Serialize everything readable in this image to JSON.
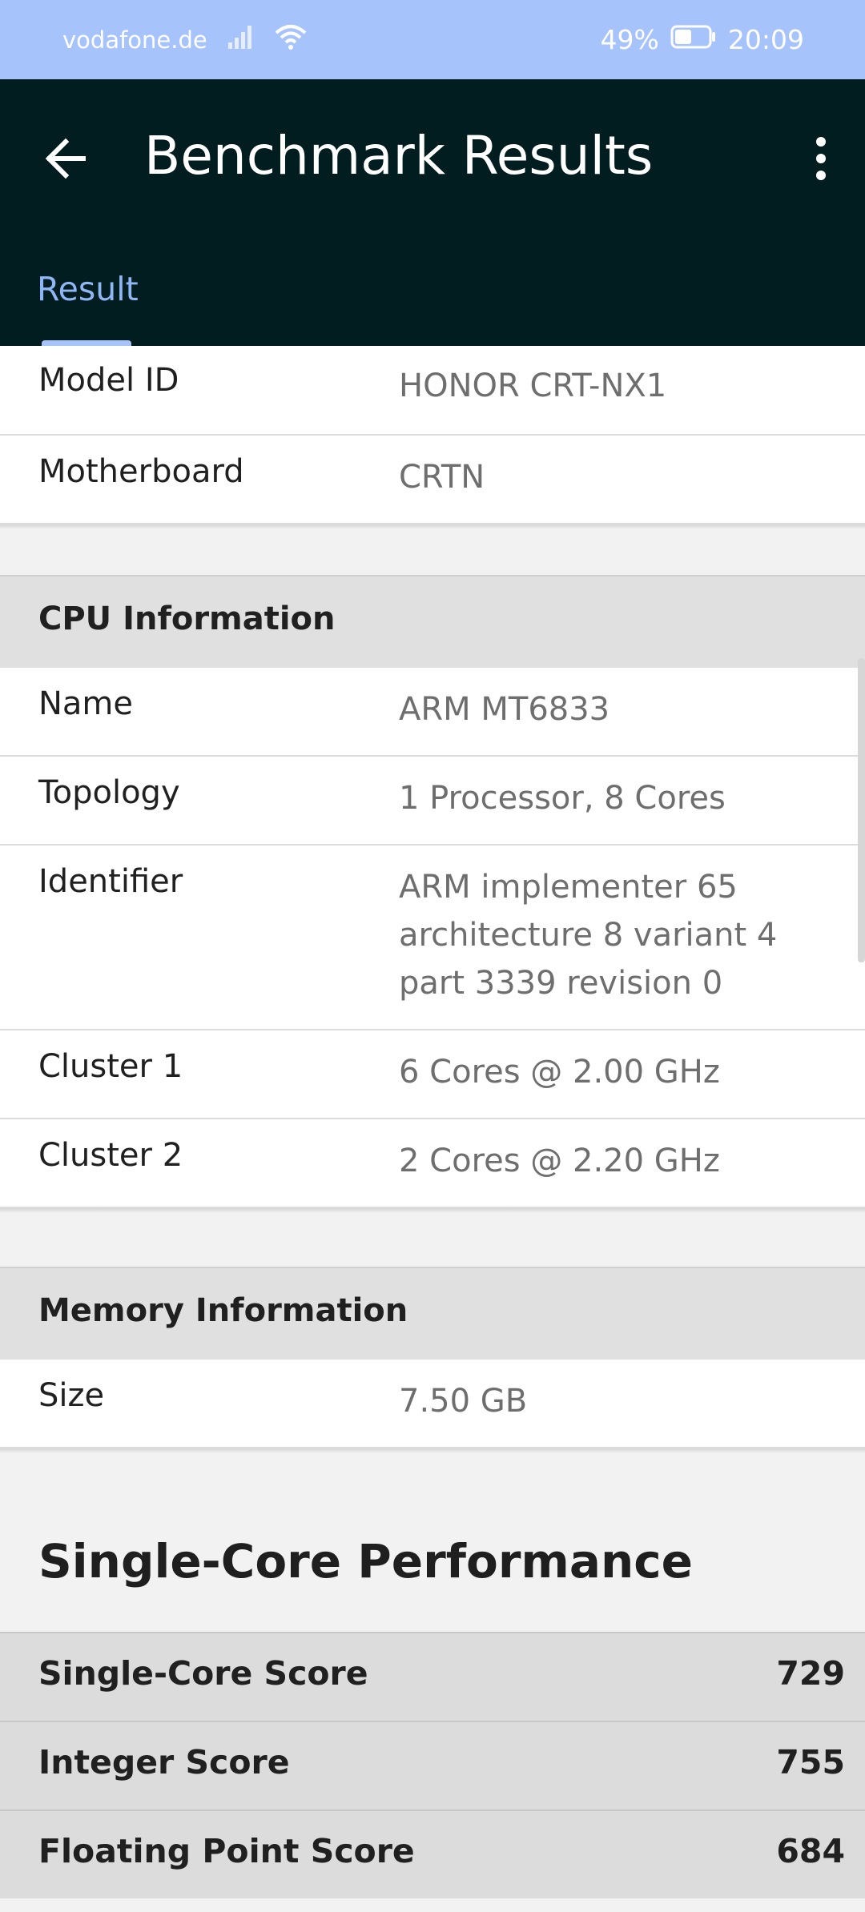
{
  "status_bar": {
    "carrier": "vodafone.de",
    "battery_percent": "49%",
    "battery_level": 0.49,
    "time": "20:09"
  },
  "app_bar": {
    "title": "Benchmark Results",
    "back_icon": "arrow-left-icon",
    "more_icon": "more-vertical-icon"
  },
  "tabs": [
    {
      "label": "Result",
      "selected": true
    }
  ],
  "device_info": {
    "rows": [
      {
        "label": "Model ID",
        "value": "HONOR CRT-NX1"
      },
      {
        "label": "Motherboard",
        "value": "CRTN"
      }
    ]
  },
  "cpu_info": {
    "header": "CPU Information",
    "rows": [
      {
        "label": "Name",
        "value": "ARM MT6833"
      },
      {
        "label": "Topology",
        "value": "1 Processor, 8 Cores"
      },
      {
        "label": "Identifier",
        "value": "ARM implementer 65 architecture 8 variant 4 part 3339 revision 0"
      },
      {
        "label": "Cluster 1",
        "value": "6 Cores @ 2.00 GHz"
      },
      {
        "label": "Cluster 2",
        "value": "2 Cores @ 2.20 GHz"
      }
    ]
  },
  "memory_info": {
    "header": "Memory Information",
    "rows": [
      {
        "label": "Size",
        "value": "7.50 GB"
      }
    ]
  },
  "single_core": {
    "title": "Single-Core Performance",
    "scores": [
      {
        "label": "Single-Core Score",
        "value": "729"
      },
      {
        "label": "Integer Score",
        "value": "755"
      },
      {
        "label": "Floating Point Score",
        "value": "684"
      }
    ]
  },
  "colors": {
    "status_bar": "#a7c3fb",
    "app_bar": "#021d1f",
    "tab_text": "#8fb7f5",
    "section_header": "#e0e0e0"
  }
}
